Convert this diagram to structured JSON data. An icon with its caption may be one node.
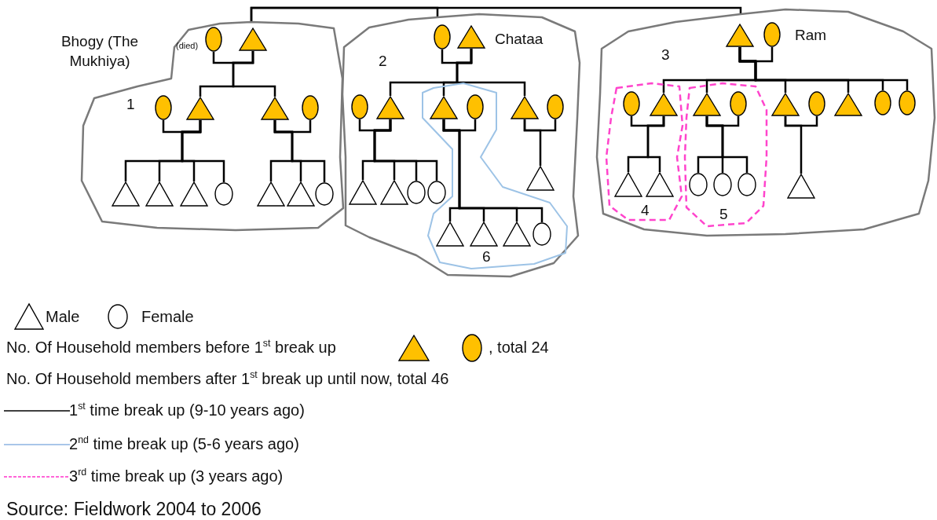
{
  "diagram": {
    "caption": "Source: Fieldwork 2004 to 2006",
    "nodes": [
      {
        "text": [
          "1"
        ]
      },
      {
        "text": [],
        "shape": "circle",
        "in": 0,
        "beside": [
          "(died)"
        ]
      },
      {
        "text": [],
        "shape": "triangle",
        "in": 0
      },
      {
        "text": [],
        "shape": "circle",
        "in": 0
      },
      {
        "text": [],
        "shape": "triangle",
        "in": 0
      },
      {
        "text": [],
        "shape": "triangle",
        "in": 0
      },
      {
        "text": [],
        "shape": "circle",
        "in": 0
      },
      {
        "text": [],
        "shape": "triangle",
        "in": 0
      },
      {
        "text": [],
        "shape": "triangle",
        "in": 0
      },
      {
        "text": [],
        "shape": "triangle",
        "in": 0
      },
      {
        "text": [],
        "shape": "circle",
        "in": 0
      },
      {
        "text": [],
        "shape": "triangle",
        "in": 0
      },
      {
        "text": [],
        "shape": "triangle",
        "in": 0
      },
      {
        "text": [],
        "shape": "circle",
        "in": 0
      },
      {
        "text": [
          "2"
        ]
      },
      {
        "text": [],
        "shape": "circle",
        "in": 14
      },
      {
        "text": [],
        "shape": "triangle",
        "in": 14,
        "beside": [
          "Chataa"
        ]
      },
      {
        "text": [],
        "shape": "circle",
        "in": 14
      },
      {
        "text": [],
        "shape": "triangle",
        "in": 14
      },
      {
        "text": [
          "6"
        ],
        "in": 14
      },
      {
        "text": [],
        "shape": "triangle",
        "in": 19
      },
      {
        "text": [],
        "shape": "circle",
        "in": 19
      },
      {
        "text": [],
        "shape": "triangle",
        "in": 14
      },
      {
        "text": [],
        "shape": "circle",
        "in": 14
      },
      {
        "text": [],
        "shape": "triangle",
        "in": 14
      },
      {
        "text": [],
        "shape": "triangle",
        "in": 14
      },
      {
        "text": [],
        "shape": "circle",
        "in": 14
      },
      {
        "text": [],
        "shape": "circle",
        "in": 14
      },
      {
        "text": [],
        "shape": "triangle",
        "in": 19
      },
      {
        "text": [],
        "shape": "triangle",
        "in": 19
      },
      {
        "text": [],
        "shape": "triangle",
        "in": 19
      },
      {
        "text": [],
        "shape": "circle",
        "in": 19
      },
      {
        "text": [],
        "shape": "triangle",
        "in": 14
      },
      {
        "text": [
          "3"
        ]
      },
      {
        "text": [],
        "shape": "triangle",
        "in": 33
      },
      {
        "text": [],
        "shape": "circle",
        "in": 33,
        "beside": [
          "Ram"
        ]
      },
      {
        "text": [
          "4"
        ],
        "in": 33
      },
      {
        "text": [],
        "shape": "circle",
        "in": 36
      },
      {
        "text": [],
        "shape": "triangle",
        "in": 36
      },
      {
        "text": [
          "5"
        ],
        "in": 33
      },
      {
        "text": [],
        "shape": "triangle",
        "in": 39
      },
      {
        "text": [],
        "shape": "circle",
        "in": 39
      },
      {
        "text": [],
        "shape": "triangle",
        "in": 33
      },
      {
        "text": [],
        "shape": "circle",
        "in": 33
      },
      {
        "text": [],
        "shape": "triangle",
        "in": 33
      },
      {
        "text": [],
        "shape": "circle",
        "in": 33
      },
      {
        "text": [],
        "shape": "circle",
        "in": 33
      },
      {
        "text": [],
        "shape": "triangle",
        "in": 36
      },
      {
        "text": [],
        "shape": "triangle",
        "in": 36
      },
      {
        "text": [],
        "shape": "circle",
        "in": 39
      },
      {
        "text": [],
        "shape": "circle",
        "in": 39
      },
      {
        "text": [],
        "shape": "circle",
        "in": 39
      },
      {
        "text": [],
        "shape": "triangle",
        "in": 33
      }
    ],
    "edges": [
      {
        "from": 0,
        "to": 14,
        "arrow": "none"
      },
      {
        "from": 0,
        "to": 33,
        "arrow": "none"
      },
      {
        "from": 1,
        "to": 2,
        "arrow": "none"
      },
      {
        "from": 2,
        "to": 4,
        "arrow": "none"
      },
      {
        "from": 2,
        "to": 5,
        "arrow": "none"
      },
      {
        "from": 3,
        "to": 4,
        "arrow": "none"
      },
      {
        "from": 4,
        "to": 7,
        "arrow": "none"
      },
      {
        "from": 4,
        "to": 8,
        "arrow": "none"
      },
      {
        "from": 4,
        "to": 9,
        "arrow": "none"
      },
      {
        "from": 4,
        "to": 10,
        "arrow": "none"
      },
      {
        "from": 5,
        "to": 6,
        "arrow": "none"
      },
      {
        "from": 5,
        "to": 11,
        "arrow": "none"
      },
      {
        "from": 5,
        "to": 12,
        "arrow": "none"
      },
      {
        "from": 5,
        "to": 13,
        "arrow": "none"
      },
      {
        "from": 15,
        "to": 16,
        "arrow": "none"
      },
      {
        "from": 16,
        "to": 18,
        "arrow": "none"
      },
      {
        "from": 16,
        "to": 20,
        "arrow": "none"
      },
      {
        "from": 16,
        "to": 22,
        "arrow": "none"
      },
      {
        "from": 17,
        "to": 18,
        "arrow": "none"
      },
      {
        "from": 18,
        "to": 24,
        "arrow": "none"
      },
      {
        "from": 18,
        "to": 25,
        "arrow": "none"
      },
      {
        "from": 18,
        "to": 26,
        "arrow": "none"
      },
      {
        "from": 18,
        "to": 27,
        "arrow": "none"
      },
      {
        "from": 20,
        "to": 21,
        "arrow": "none"
      },
      {
        "from": 20,
        "to": 28,
        "arrow": "none"
      },
      {
        "from": 20,
        "to": 29,
        "arrow": "none"
      },
      {
        "from": 20,
        "to": 30,
        "arrow": "none"
      },
      {
        "from": 20,
        "to": 31,
        "arrow": "none"
      },
      {
        "from": 22,
        "to": 23,
        "arrow": "none"
      },
      {
        "from": 22,
        "to": 32,
        "arrow": "none"
      },
      {
        "from": 34,
        "to": 35,
        "arrow": "none"
      },
      {
        "from": 34,
        "to": 38,
        "arrow": "none"
      },
      {
        "from": 34,
        "to": 40,
        "arrow": "none"
      },
      {
        "from": 34,
        "to": 42,
        "arrow": "none"
      },
      {
        "from": 34,
        "to": 44,
        "arrow": "none"
      },
      {
        "from": 34,
        "to": 45,
        "arrow": "none"
      },
      {
        "from": 34,
        "to": 46,
        "arrow": "none"
      },
      {
        "from": 37,
        "to": 38,
        "arrow": "none"
      },
      {
        "from": 38,
        "to": 47,
        "arrow": "none"
      },
      {
        "from": 38,
        "to": 48,
        "arrow": "none"
      },
      {
        "from": 40,
        "to": 41,
        "arrow": "none"
      },
      {
        "from": 40,
        "to": 49,
        "arrow": "none"
      },
      {
        "from": 40,
        "to": 50,
        "arrow": "none"
      },
      {
        "from": 40,
        "to": 51,
        "arrow": "none"
      },
      {
        "from": 42,
        "to": 43,
        "arrow": "none"
      },
      {
        "from": 42,
        "to": 52,
        "arrow": "none"
      }
    ],
    "labels": [
      "Bhogy (The Mukhiya)",
      ", total 24",
      "No. Of Household members after 1$^{st}$ break up until now, total 46"
    ],
    "legend": [
      {
        "text": "Male"
      },
      {
        "text": "Female"
      },
      {
        "text": "No. Of Household members before 1$^{st}$ break up",
        "color": "#ffc000"
      },
      {
        "text": "1$^{st}$ time break up (9-10 years ago)"
      },
      {
        "text": "2$^{nd}$ time break up (5-6 years ago)"
      },
      {
        "text": "3$^{rd}$ time break up (3 years ago)"
      }
    ]
  }
}
